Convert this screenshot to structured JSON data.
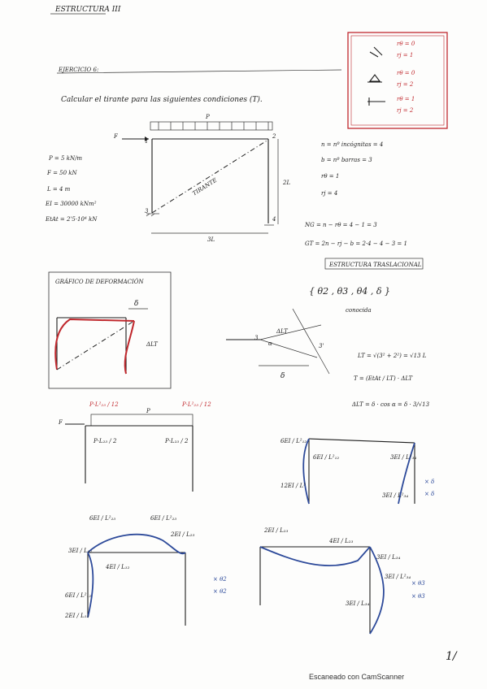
{
  "header": {
    "chapter": "ESTRUCTURA III",
    "exercise": "EJERCICIO 6:",
    "statement": "Calcular el tirante para las siguientes condiciones (T)."
  },
  "legend_box": {
    "rows": [
      {
        "label": "rθ = 0",
        "sub": "rj = 1"
      },
      {
        "label": "rθ = 0",
        "sub": "rj = 2"
      },
      {
        "label": "rθ = 1",
        "sub": "rj = 2"
      }
    ]
  },
  "data_list": {
    "items": [
      "P = 5 kN/m",
      "F = 50 kN",
      "L = 4 m",
      "EI = 30000 kNm²",
      "EtAt = 2'5·10⁴ kN"
    ]
  },
  "frame": {
    "load_label": "P",
    "force_label": "F",
    "tie_label": "TIRANTE",
    "height_label": "2L",
    "width_label": "3L",
    "node_labels": [
      "1",
      "2",
      "3",
      "4"
    ]
  },
  "counts": {
    "lines": [
      "n = nº incógnitas = 4",
      "b = nº barras = 3",
      "rθ = 1",
      "rj = 4"
    ],
    "ng": "NG = n − rθ = 4 − 1 = 3",
    "gt": "GT = 2n − rj − b = 2·4 − 4 − 3 = 1",
    "type_label": "ESTRUCTURA TRASLACIONAL",
    "unknowns": "{ θ2 , θ3 , θ4 , δ }",
    "unknown_note": "conocida"
  },
  "deformation": {
    "title": "GRÁFICO DE DEFORMACIÓN",
    "delta": "δ",
    "dlt": "ΔLT"
  },
  "geometry_note": {
    "labels": [
      "3",
      "3'",
      "ΔLT",
      "α",
      "δ"
    ],
    "formulas": [
      "LT = √(3² + 2²) = √13 L",
      "T = (EtAt / LT) · ΔLT",
      "ΔLT = δ · cos α = δ · 3/√13"
    ]
  },
  "moment_diagrams": {
    "d1_labels": [
      "P·L²₂₃ / 12",
      "P·L²₂₃ / 12",
      "P·L₂₃ / 2",
      "P·L₂₃ / 2",
      "F",
      "P"
    ],
    "d2_labels": [
      "6EI / L²₁₂",
      "6EI / L²₁₂",
      "12EI / L³",
      "3EI / L²₃₄",
      "3EI / L²₃₄",
      "× δ",
      "× δ"
    ],
    "d3_labels": [
      "6EI / L²₂₃",
      "6EI / L²₂₃",
      "2EI / L₂₃",
      "3EI / L₁₂",
      "4EI / L₁₂",
      "6EI / L²₁₂",
      "2EI / L₁₂",
      "× θ2",
      "× θ2"
    ],
    "d4_labels": [
      "2EI / L₂₃",
      "4EI / L₂₃",
      "3EI / L₃₄",
      "3EI / L²₃₄",
      "3EI / L₃₄",
      "× θ3",
      "× θ3"
    ]
  },
  "footer": "Escaneado con CamScanner",
  "page_number": "1/"
}
